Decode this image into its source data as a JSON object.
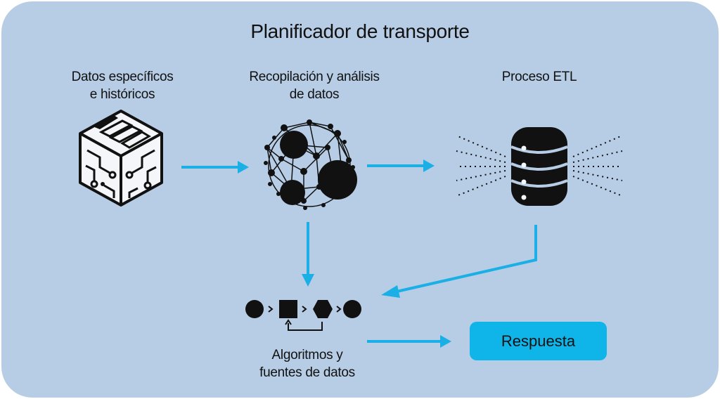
{
  "title": "Planificador de transporte",
  "nodes": {
    "source": {
      "line1": "Datos específicos",
      "line2": "e históricos",
      "icon": "circuit-cube-icon"
    },
    "collect": {
      "line1": "Recopilación y análisis",
      "line2": "de datos",
      "icon": "network-graph-icon"
    },
    "etl": {
      "line1": "Proceso ETL",
      "icon": "database-icon"
    },
    "algo": {
      "line1": "Algoritmos y",
      "line2": "fuentes de datos",
      "icon": "process-flow-icon"
    },
    "response": {
      "label": "Respuesta"
    }
  },
  "colors": {
    "panel": "#b7cde5",
    "arrow": "#1ab0e6",
    "button": "#0fb5e8",
    "ink": "#111111"
  }
}
